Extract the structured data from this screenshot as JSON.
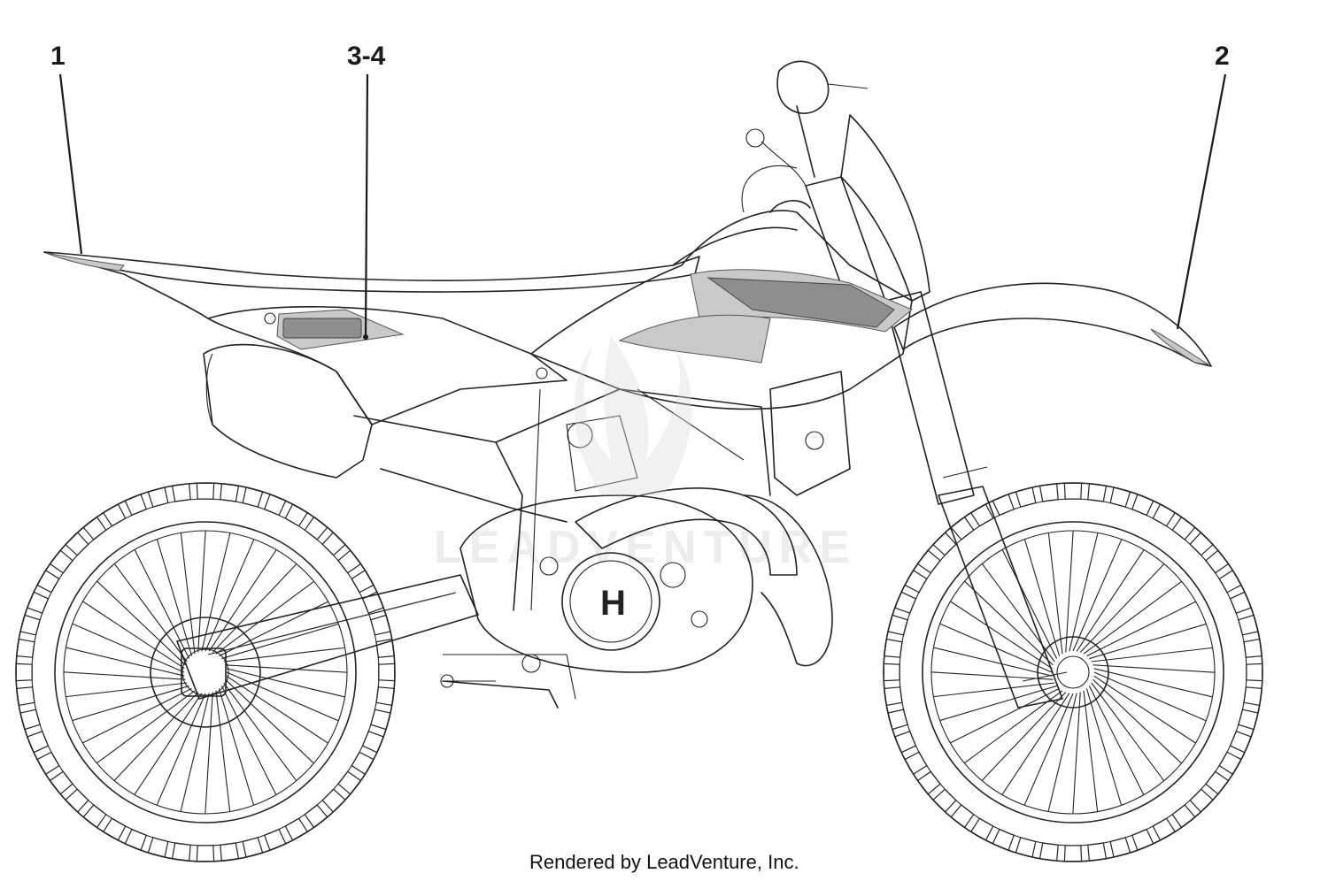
{
  "callouts": [
    {
      "label": "1"
    },
    {
      "label": "3-4"
    },
    {
      "label": "2"
    }
  ],
  "watermark": "LEADVENTURE",
  "credit": "Rendered by LeadVenture, Inc.",
  "engine_cover_logo": "H",
  "icons": [
    "motorcycle-line-drawing",
    "husqvarna-crown-logo"
  ]
}
